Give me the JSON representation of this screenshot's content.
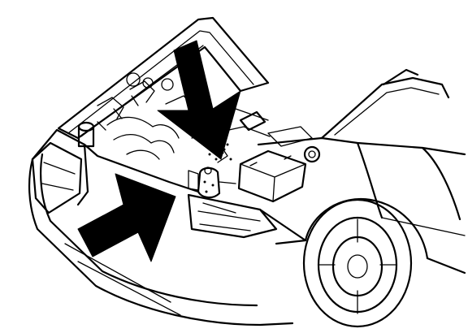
{
  "figure": {
    "background_color": "#ffffff",
    "ink_color": "#000000",
    "highlight_color": "#000000",
    "subject": "car-front-open-bonnet",
    "arrows": [
      {
        "id": "arrow-top",
        "direction": "down"
      },
      {
        "id": "arrow-left",
        "direction": "up-right"
      }
    ]
  }
}
